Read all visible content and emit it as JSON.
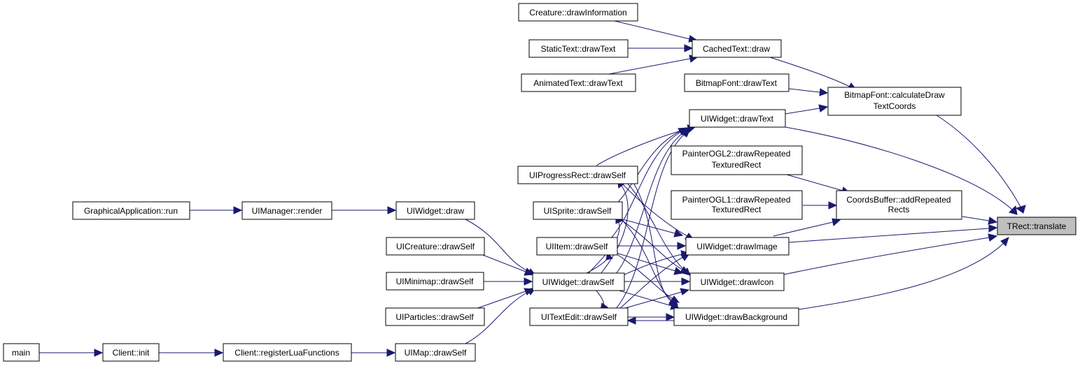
{
  "graph": {
    "edge_color": "#191970",
    "focus_fill": "#bfbfbf",
    "nodes": [
      {
        "id": "trect_translate",
        "lines": [
          "TRect::translate"
        ],
        "focus": true
      },
      {
        "id": "creature_drawinformation",
        "lines": [
          "Creature::drawInformation"
        ]
      },
      {
        "id": "cachedtext_draw",
        "lines": [
          "CachedText::draw"
        ]
      },
      {
        "id": "statictext_drawtext",
        "lines": [
          "StaticText::drawText"
        ]
      },
      {
        "id": "animatedtext_drawtext",
        "lines": [
          "AnimatedText::drawText"
        ]
      },
      {
        "id": "bitmapfont_drawtext",
        "lines": [
          "BitmapFont::drawText"
        ]
      },
      {
        "id": "bitmapfont_calculate",
        "lines": [
          "BitmapFont::calculateDraw",
          "TextCoords"
        ]
      },
      {
        "id": "uiwidget_drawtext",
        "lines": [
          "UIWidget::drawText"
        ]
      },
      {
        "id": "painterogl2",
        "lines": [
          "PainterOGL2::drawRepeated",
          "TexturedRect"
        ]
      },
      {
        "id": "painterogl1",
        "lines": [
          "PainterOGL1::drawRepeated",
          "TexturedRect"
        ]
      },
      {
        "id": "coordsbuffer",
        "lines": [
          "CoordsBuffer::addRepeated",
          "Rects"
        ]
      },
      {
        "id": "uiprogressrect",
        "lines": [
          "UIProgressRect::drawSelf"
        ]
      },
      {
        "id": "uisprite",
        "lines": [
          "UISprite::drawSelf"
        ]
      },
      {
        "id": "uiitem",
        "lines": [
          "UIItem::drawSelf"
        ]
      },
      {
        "id": "uiwidget_drawimage",
        "lines": [
          "UIWidget::drawImage"
        ]
      },
      {
        "id": "uiwidget_drawicon",
        "lines": [
          "UIWidget::drawIcon"
        ]
      },
      {
        "id": "uiwidget_drawbackground",
        "lines": [
          "UIWidget::drawBackground"
        ]
      },
      {
        "id": "uiwidget_drawself",
        "lines": [
          "UIWidget::drawSelf"
        ]
      },
      {
        "id": "uitextedit",
        "lines": [
          "UITextEdit::drawSelf"
        ]
      },
      {
        "id": "graphicalapp_run",
        "lines": [
          "GraphicalApplication::run"
        ]
      },
      {
        "id": "uimanager_render",
        "lines": [
          "UIManager::render"
        ]
      },
      {
        "id": "uiwidget_draw",
        "lines": [
          "UIWidget::draw"
        ]
      },
      {
        "id": "uicreature",
        "lines": [
          "UICreature::drawSelf"
        ]
      },
      {
        "id": "uiminimap",
        "lines": [
          "UIMinimap::drawSelf"
        ]
      },
      {
        "id": "uiparticles",
        "lines": [
          "UIParticles::drawSelf"
        ]
      },
      {
        "id": "main",
        "lines": [
          "main"
        ]
      },
      {
        "id": "client_init",
        "lines": [
          "Client::init"
        ]
      },
      {
        "id": "client_registerlua",
        "lines": [
          "Client::registerLuaFunctions"
        ]
      },
      {
        "id": "uimap",
        "lines": [
          "UIMap::drawSelf"
        ]
      }
    ]
  }
}
